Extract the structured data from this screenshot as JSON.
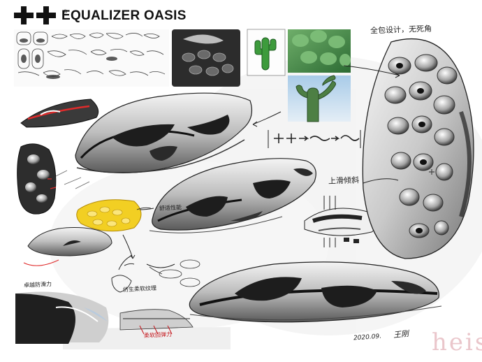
{
  "brand": {
    "title": "EQUALIZER OASIS",
    "mark": "++",
    "registered": "®",
    "logo_icon": "double-plus-logo-icon"
  },
  "annotations": {
    "top_right": "全包设计，无死角",
    "support": "上滑倾斜",
    "detail_top": "舒适性能",
    "lower_left": "卓越防滑力",
    "bottom_center": "仿生柔软纹理",
    "bottom_red": "柔软回弹力"
  },
  "footer": {
    "date": "2020.09.",
    "signature": "王刚",
    "watermark": "heisi"
  },
  "colors": {
    "accent_red": "#c4141a",
    "sketch_dark": "#1c1c1c",
    "sketch_grey": "#9a9a9a",
    "foam_yellow": "#f2cf23",
    "cactus_green": "#2f8a3a",
    "sky_blue": "#cfe2f2"
  },
  "icons": [
    "double-plus-logo-icon",
    "cactus-icon",
    "arrow-icon"
  ]
}
